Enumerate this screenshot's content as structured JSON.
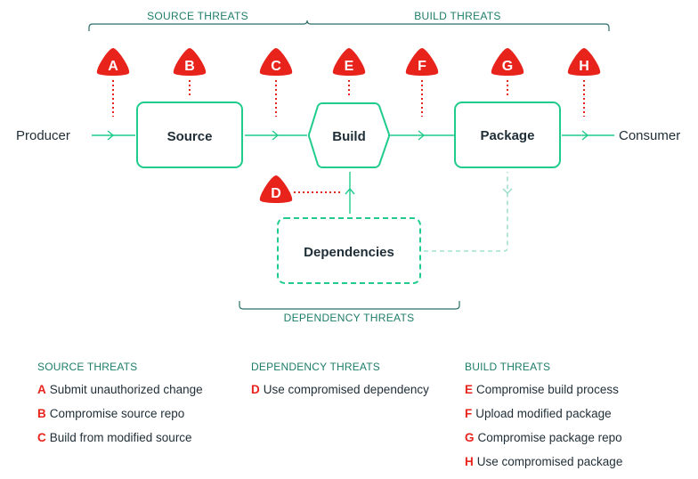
{
  "brackets": {
    "source": "SOURCE THREATS",
    "build": "BUILD THREATS",
    "dependency": "DEPENDENCY THREATS"
  },
  "endpoints": {
    "producer": "Producer",
    "consumer": "Consumer"
  },
  "nodes": {
    "source": "Source",
    "build": "Build",
    "package": "Package",
    "dependencies": "Dependencies"
  },
  "threat_markers": {
    "a": "A",
    "b": "B",
    "c": "C",
    "d": "D",
    "e": "E",
    "f": "F",
    "g": "G",
    "h": "H"
  },
  "legend": [
    {
      "heading": "SOURCE THREATS",
      "items": [
        {
          "letter": "A",
          "text": "Submit unauthorized change"
        },
        {
          "letter": "B",
          "text": "Compromise source repo"
        },
        {
          "letter": "C",
          "text": "Build from modified source"
        }
      ]
    },
    {
      "heading": "DEPENDENCY THREATS",
      "items": [
        {
          "letter": "D",
          "text": "Use compromised dependency"
        }
      ]
    },
    {
      "heading": "BUILD THREATS",
      "items": [
        {
          "letter": "E",
          "text": "Compromise build process"
        },
        {
          "letter": "F",
          "text": "Upload modified package"
        },
        {
          "letter": "G",
          "text": "Compromise package repo"
        },
        {
          "letter": "H",
          "text": "Use compromised package"
        }
      ]
    }
  ],
  "colors": {
    "green": "#1fcc8c",
    "dark_green_text": "#1e7d69",
    "teal_bracket": "#2a6e66",
    "red": "#e8231c",
    "text": "#1f2d36"
  }
}
